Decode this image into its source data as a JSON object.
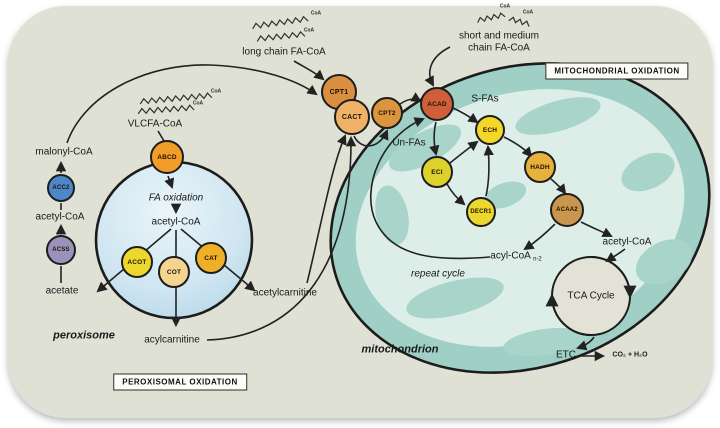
{
  "labels": {
    "coa_tag": "CoA",
    "long_chain_fa_coa": "long chain FA-CoA",
    "short_medium_line1": "short and medium",
    "short_medium_line2": "chain FA-CoA",
    "vlcfa_coa": "VLCFA-CoA",
    "malonyl_coa": "malonyl-CoA",
    "acetyl_coa_cytosol": "acetyl-CoA",
    "acetate": "acetate",
    "peroxisome": "peroxisome",
    "fa_oxidation": "FA oxidation",
    "acetyl_coa_peroxisome": "acetyl-CoA",
    "acetylcarnitine": "acetylcarnitine",
    "acylcarnitine": "acylcarnitine",
    "peroxisomal_box": "PEROXISOMAL OXIDATION",
    "mitochondrial_box": "MITOCHONDRIAL OXIDATION",
    "s_fas": "S-FAs",
    "un_fas": "Un-FAs",
    "acyl_coa": "acyl-CoA",
    "acyl_coa_subscript": "n-2",
    "acetyl_coa_mito": "acetyl-CoA",
    "repeat_cycle": "repeat cycle",
    "tca_cycle": "TCA Cycle",
    "etc": "ETC",
    "co2_h2o": "CO₂ + H₂O",
    "mitochondrion": "mitochondrion"
  },
  "enzymes": {
    "acc2": {
      "label": "ACC2",
      "color": "#4b87c9"
    },
    "acss": {
      "label": "ACSS",
      "color": "#9b92bb"
    },
    "abcd": {
      "label": "ABCD",
      "color": "#f29d2a"
    },
    "acot": {
      "label": "ACOT",
      "color": "#ecd72e"
    },
    "cot": {
      "label": "COT",
      "color": "#f3d491"
    },
    "cat": {
      "label": "CAT",
      "color": "#efb028"
    },
    "cpt1": {
      "label": "CPT1",
      "color": "#d98f3f"
    },
    "cact": {
      "label": "CACT",
      "color": "#efb268"
    },
    "cpt2": {
      "label": "CPT2",
      "color": "#db953f"
    },
    "acad": {
      "label": "ACAD",
      "color": "#cf5f3a"
    },
    "ech": {
      "label": "ECH",
      "color": "#f4d829"
    },
    "eci": {
      "label": "ECI",
      "color": "#ddd22b"
    },
    "decr1": {
      "label": "DECR1",
      "color": "#ecd72e"
    },
    "hadh": {
      "label": "HADH",
      "color": "#e7b13b"
    },
    "acaa2": {
      "label": "ACAA2",
      "color": "#c8964f"
    }
  },
  "colors": {
    "canvas": "#e0e1d5",
    "mitochondrion_outer": "#9fcfc5",
    "mitochondrion_inner": "#ddeee8",
    "cristae": "#a8d4ca",
    "peroxisome_fill": "#cfe5f1",
    "tca_fill": "#e3e2d6",
    "line": "#222222"
  }
}
